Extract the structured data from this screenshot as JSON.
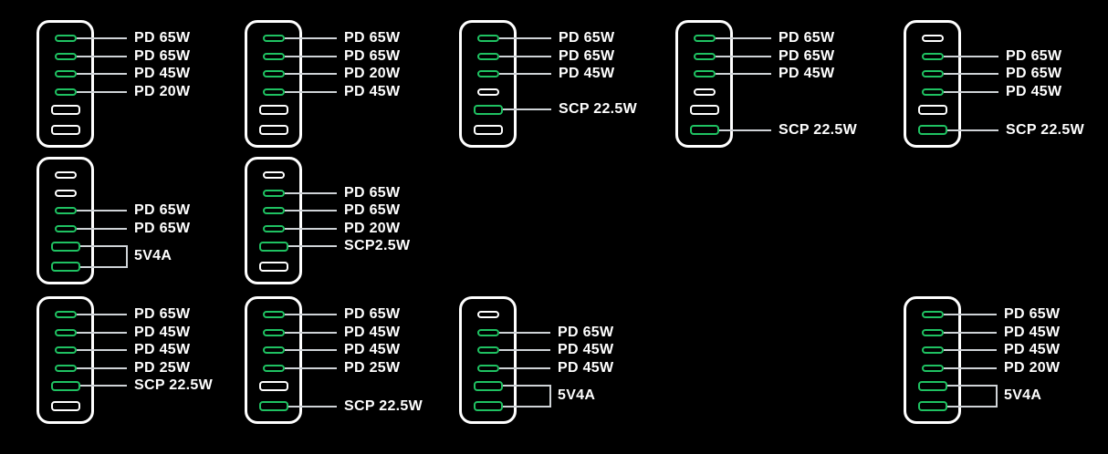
{
  "colors": {
    "background": "#000000",
    "port_green": "#1fc262",
    "port_white": "#ffffff",
    "device_outline": "#ffffff",
    "connector_line": "#cfd3d7",
    "label_text": "#ffffff"
  },
  "devices": [
    {
      "name": "charger-1",
      "ports": [
        {
          "type": "usb-c",
          "color": "green",
          "label": "PD 65W"
        },
        {
          "type": "usb-c",
          "color": "green",
          "label": "PD 65W"
        },
        {
          "type": "usb-c",
          "color": "green",
          "label": "PD 45W"
        },
        {
          "type": "usb-c",
          "color": "green",
          "label": "PD 20W"
        },
        {
          "type": "usb-a",
          "color": "white"
        },
        {
          "type": "usb-a",
          "color": "white"
        }
      ]
    },
    {
      "name": "charger-2",
      "ports": [
        {
          "type": "usb-c",
          "color": "green",
          "label": "PD 65W"
        },
        {
          "type": "usb-c",
          "color": "green",
          "label": "PD 65W"
        },
        {
          "type": "usb-c",
          "color": "green",
          "label": "PD 20W"
        },
        {
          "type": "usb-c",
          "color": "green",
          "label": "PD 45W"
        },
        {
          "type": "usb-a",
          "color": "white"
        },
        {
          "type": "usb-a",
          "color": "white"
        }
      ]
    },
    {
      "name": "charger-3",
      "ports": [
        {
          "type": "usb-c",
          "color": "green",
          "label": "PD 65W"
        },
        {
          "type": "usb-c",
          "color": "green",
          "label": "PD 65W"
        },
        {
          "type": "usb-c",
          "color": "green",
          "label": "PD 45W"
        },
        {
          "type": "usb-c",
          "color": "white"
        },
        {
          "type": "usb-a",
          "color": "green",
          "label": "SCP 22.5W"
        },
        {
          "type": "usb-a",
          "color": "white"
        }
      ]
    },
    {
      "name": "charger-4",
      "ports": [
        {
          "type": "usb-c",
          "color": "green",
          "label": "PD 65W"
        },
        {
          "type": "usb-c",
          "color": "green",
          "label": "PD 65W"
        },
        {
          "type": "usb-c",
          "color": "green",
          "label": "PD 45W"
        },
        {
          "type": "usb-c",
          "color": "white"
        },
        {
          "type": "usb-a",
          "color": "white"
        },
        {
          "type": "usb-a",
          "color": "green",
          "label": "SCP 22.5W"
        }
      ]
    },
    {
      "name": "charger-5",
      "ports": [
        {
          "type": "usb-c",
          "color": "white"
        },
        {
          "type": "usb-c",
          "color": "green",
          "label": "PD 65W"
        },
        {
          "type": "usb-c",
          "color": "green",
          "label": "PD 65W"
        },
        {
          "type": "usb-c",
          "color": "green",
          "label": "PD 45W"
        },
        {
          "type": "usb-a",
          "color": "white"
        },
        {
          "type": "usb-a",
          "color": "green",
          "label": "SCP 22.5W"
        }
      ]
    },
    {
      "name": "charger-6",
      "ports": [
        {
          "type": "usb-c",
          "color": "white"
        },
        {
          "type": "usb-c",
          "color": "white"
        },
        {
          "type": "usb-c",
          "color": "green",
          "label": "PD 65W"
        },
        {
          "type": "usb-c",
          "color": "green",
          "label": "PD 65W"
        },
        {
          "type": "usb-a",
          "color": "green"
        },
        {
          "type": "usb-a",
          "color": "green"
        }
      ],
      "bracket": {
        "label": "5V4A",
        "port_indexes": [
          4,
          5
        ]
      }
    },
    {
      "name": "charger-7",
      "ports": [
        {
          "type": "usb-c",
          "color": "white"
        },
        {
          "type": "usb-c",
          "color": "green",
          "label": "PD 65W"
        },
        {
          "type": "usb-c",
          "color": "green",
          "label": "PD 65W"
        },
        {
          "type": "usb-c",
          "color": "green",
          "label": "PD 20W"
        },
        {
          "type": "usb-a",
          "color": "green",
          "label": "SCP2.5W"
        },
        {
          "type": "usb-a",
          "color": "white"
        }
      ]
    },
    {
      "name": "charger-8",
      "ports": [
        {
          "type": "usb-c",
          "color": "green",
          "label": "PD 65W"
        },
        {
          "type": "usb-c",
          "color": "green",
          "label": "PD 45W"
        },
        {
          "type": "usb-c",
          "color": "green",
          "label": "PD 45W"
        },
        {
          "type": "usb-c",
          "color": "green",
          "label": "PD 25W"
        },
        {
          "type": "usb-a",
          "color": "green",
          "label": "SCP 22.5W"
        },
        {
          "type": "usb-a",
          "color": "white"
        }
      ]
    },
    {
      "name": "charger-9",
      "ports": [
        {
          "type": "usb-c",
          "color": "green",
          "label": "PD 65W"
        },
        {
          "type": "usb-c",
          "color": "green",
          "label": "PD 45W"
        },
        {
          "type": "usb-c",
          "color": "green",
          "label": "PD 45W"
        },
        {
          "type": "usb-c",
          "color": "green",
          "label": "PD 25W"
        },
        {
          "type": "usb-a",
          "color": "white"
        },
        {
          "type": "usb-a",
          "color": "green",
          "label": "SCP 22.5W"
        }
      ]
    },
    {
      "name": "charger-10",
      "ports": [
        {
          "type": "usb-c",
          "color": "white"
        },
        {
          "type": "usb-c",
          "color": "green",
          "label": "PD 65W"
        },
        {
          "type": "usb-c",
          "color": "green",
          "label": "PD 45W"
        },
        {
          "type": "usb-c",
          "color": "green",
          "label": "PD 45W"
        },
        {
          "type": "usb-a",
          "color": "green"
        },
        {
          "type": "usb-a",
          "color": "green"
        }
      ],
      "bracket": {
        "label": "5V4A",
        "port_indexes": [
          4,
          5
        ]
      }
    },
    {
      "name": "charger-11",
      "ports": [
        {
          "type": "usb-c",
          "color": "green",
          "label": "PD 65W"
        },
        {
          "type": "usb-c",
          "color": "green",
          "label": "PD 45W"
        },
        {
          "type": "usb-c",
          "color": "green",
          "label": "PD 45W"
        },
        {
          "type": "usb-c",
          "color": "green",
          "label": "PD 20W"
        },
        {
          "type": "usb-a",
          "color": "green"
        },
        {
          "type": "usb-a",
          "color": "green"
        }
      ],
      "bracket": {
        "label": "5V4A",
        "port_indexes": [
          4,
          5
        ]
      }
    }
  ]
}
